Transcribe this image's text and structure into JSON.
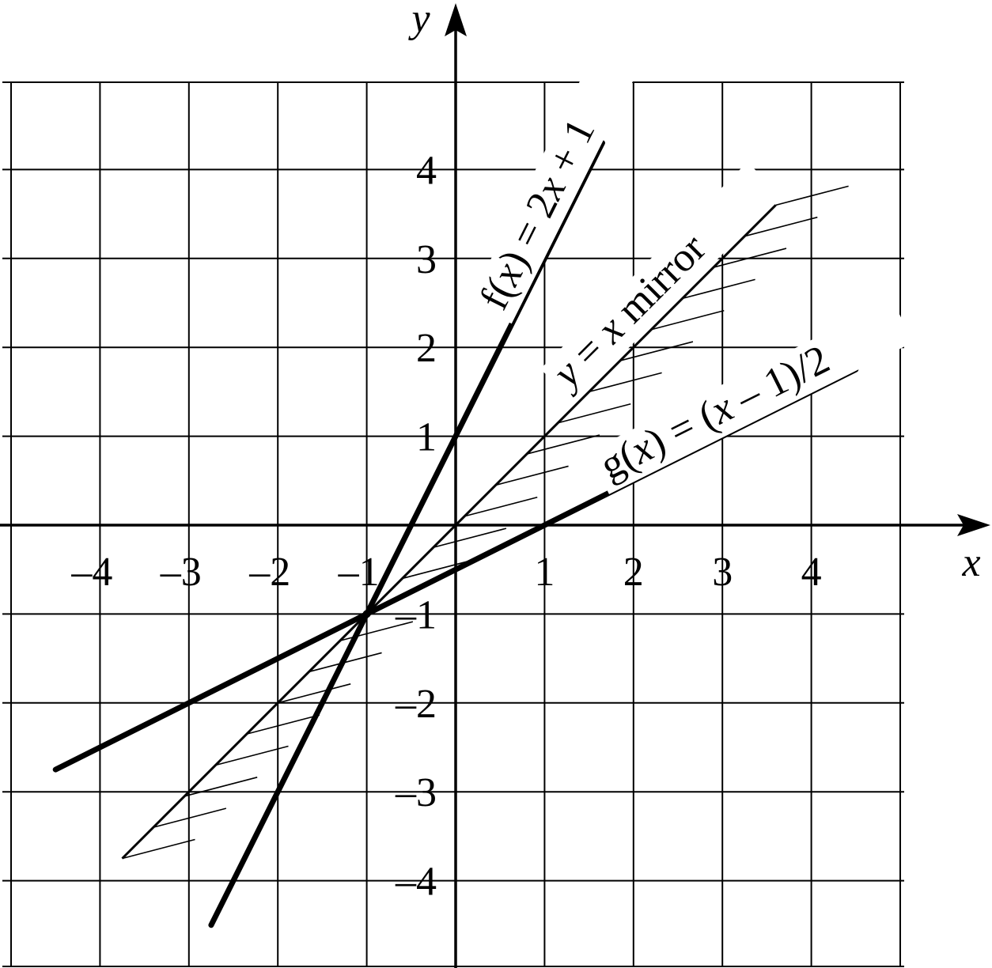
{
  "chart_data": {
    "type": "line",
    "xlabel": "x",
    "ylabel": "y",
    "xlim": [
      -5,
      5
    ],
    "ylim": [
      -5,
      5
    ],
    "grid": true,
    "x_ticks": [
      -4,
      -3,
      -2,
      -1,
      1,
      2,
      3,
      4
    ],
    "y_ticks": [
      -4,
      -3,
      -2,
      -1,
      1,
      2,
      3,
      4
    ],
    "x_tick_labels": [
      "–4",
      "–3",
      "–2",
      "–1",
      "1",
      "2",
      "3",
      "4"
    ],
    "y_tick_labels": [
      "–4",
      "–3",
      "–2",
      "–1",
      "1",
      "2",
      "3",
      "4"
    ],
    "series": [
      {
        "name": "f(x) = 2x + 1",
        "label_parts": [
          "f(",
          "x",
          ") = 2",
          "x",
          " + 1"
        ],
        "style": "thick",
        "x": [
          -2.75,
          1.65
        ],
        "y": [
          -4.5,
          4.3
        ]
      },
      {
        "name": "y = x mirror",
        "label_parts": [
          "y",
          " = ",
          "x",
          " mirror"
        ],
        "style": "thin-hatched",
        "x": [
          -3.75,
          3.6
        ],
        "y": [
          -3.75,
          3.6
        ]
      },
      {
        "name": "g(x) = (x – 1)/2",
        "label_parts": [
          "g(",
          "x",
          ") = (",
          "x",
          " – 1)/2"
        ],
        "style": "thick",
        "x": [
          -4.5,
          4.5
        ],
        "y": [
          -2.75,
          1.75
        ]
      }
    ],
    "annotations": [
      {
        "type": "point",
        "x": -1,
        "y": -1
      }
    ]
  }
}
